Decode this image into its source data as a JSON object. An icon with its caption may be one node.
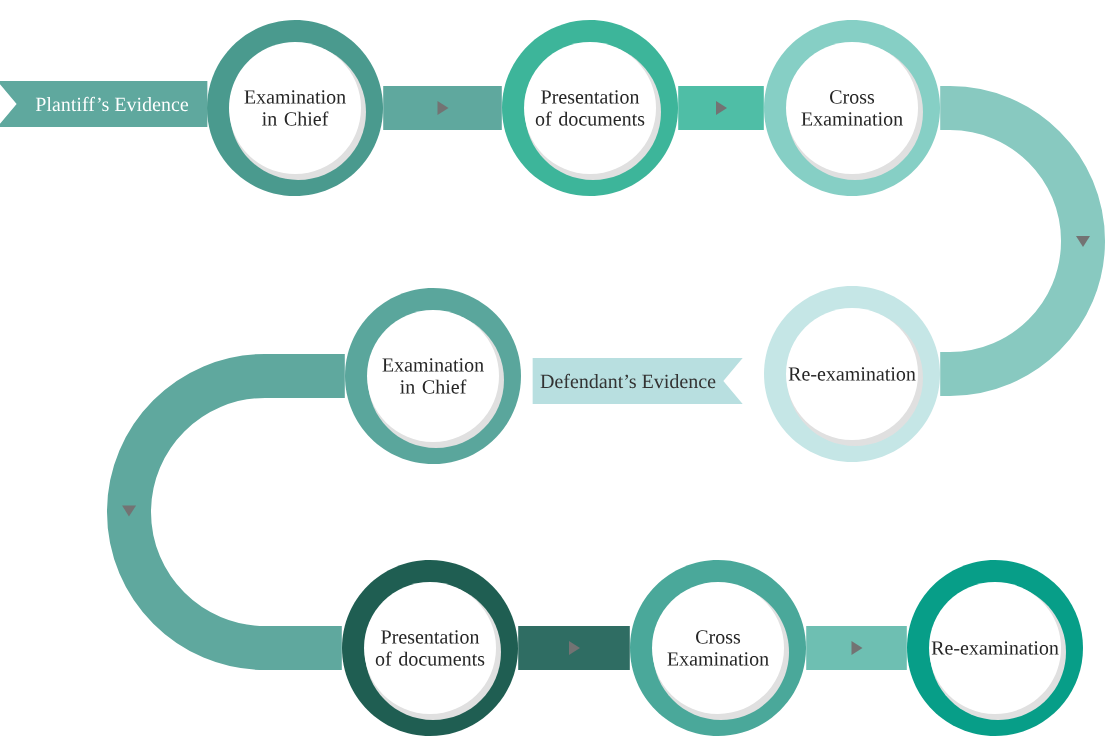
{
  "diagram": {
    "nodes": [
      {
        "text": [
          "Plantiff’s Evidence"
        ]
      },
      {
        "text": [
          "Examination in Chief"
        ]
      },
      {
        "text": [
          "Presentation of documents"
        ]
      },
      {
        "text": [
          "Cross Examination"
        ]
      },
      {
        "text": [
          "Re-examination"
        ]
      },
      {
        "text": [
          "Defendant’s Evidence"
        ]
      },
      {
        "text": [
          "Examination in Chief"
        ]
      },
      {
        "text": [
          "Presentation of documents"
        ]
      },
      {
        "text": [
          "Cross Examination"
        ]
      },
      {
        "text": [
          "Re-examination"
        ]
      }
    ],
    "edges": [
      {
        "from": 1,
        "to": 2,
        "arrow": "to"
      },
      {
        "from": 2,
        "to": 3,
        "arrow": "to",
        "color": "#4fbea6"
      },
      {
        "from": 3,
        "to": 4,
        "arrow": "to",
        "color": "#88c9c0"
      },
      {
        "from": 6,
        "to": 7,
        "arrow": "to"
      },
      {
        "from": 7,
        "to": 8,
        "arrow": "to",
        "color": "#2f6d63"
      },
      {
        "from": 8,
        "to": 9,
        "arrow": "to",
        "color": "#6ebfb2"
      }
    ]
  }
}
